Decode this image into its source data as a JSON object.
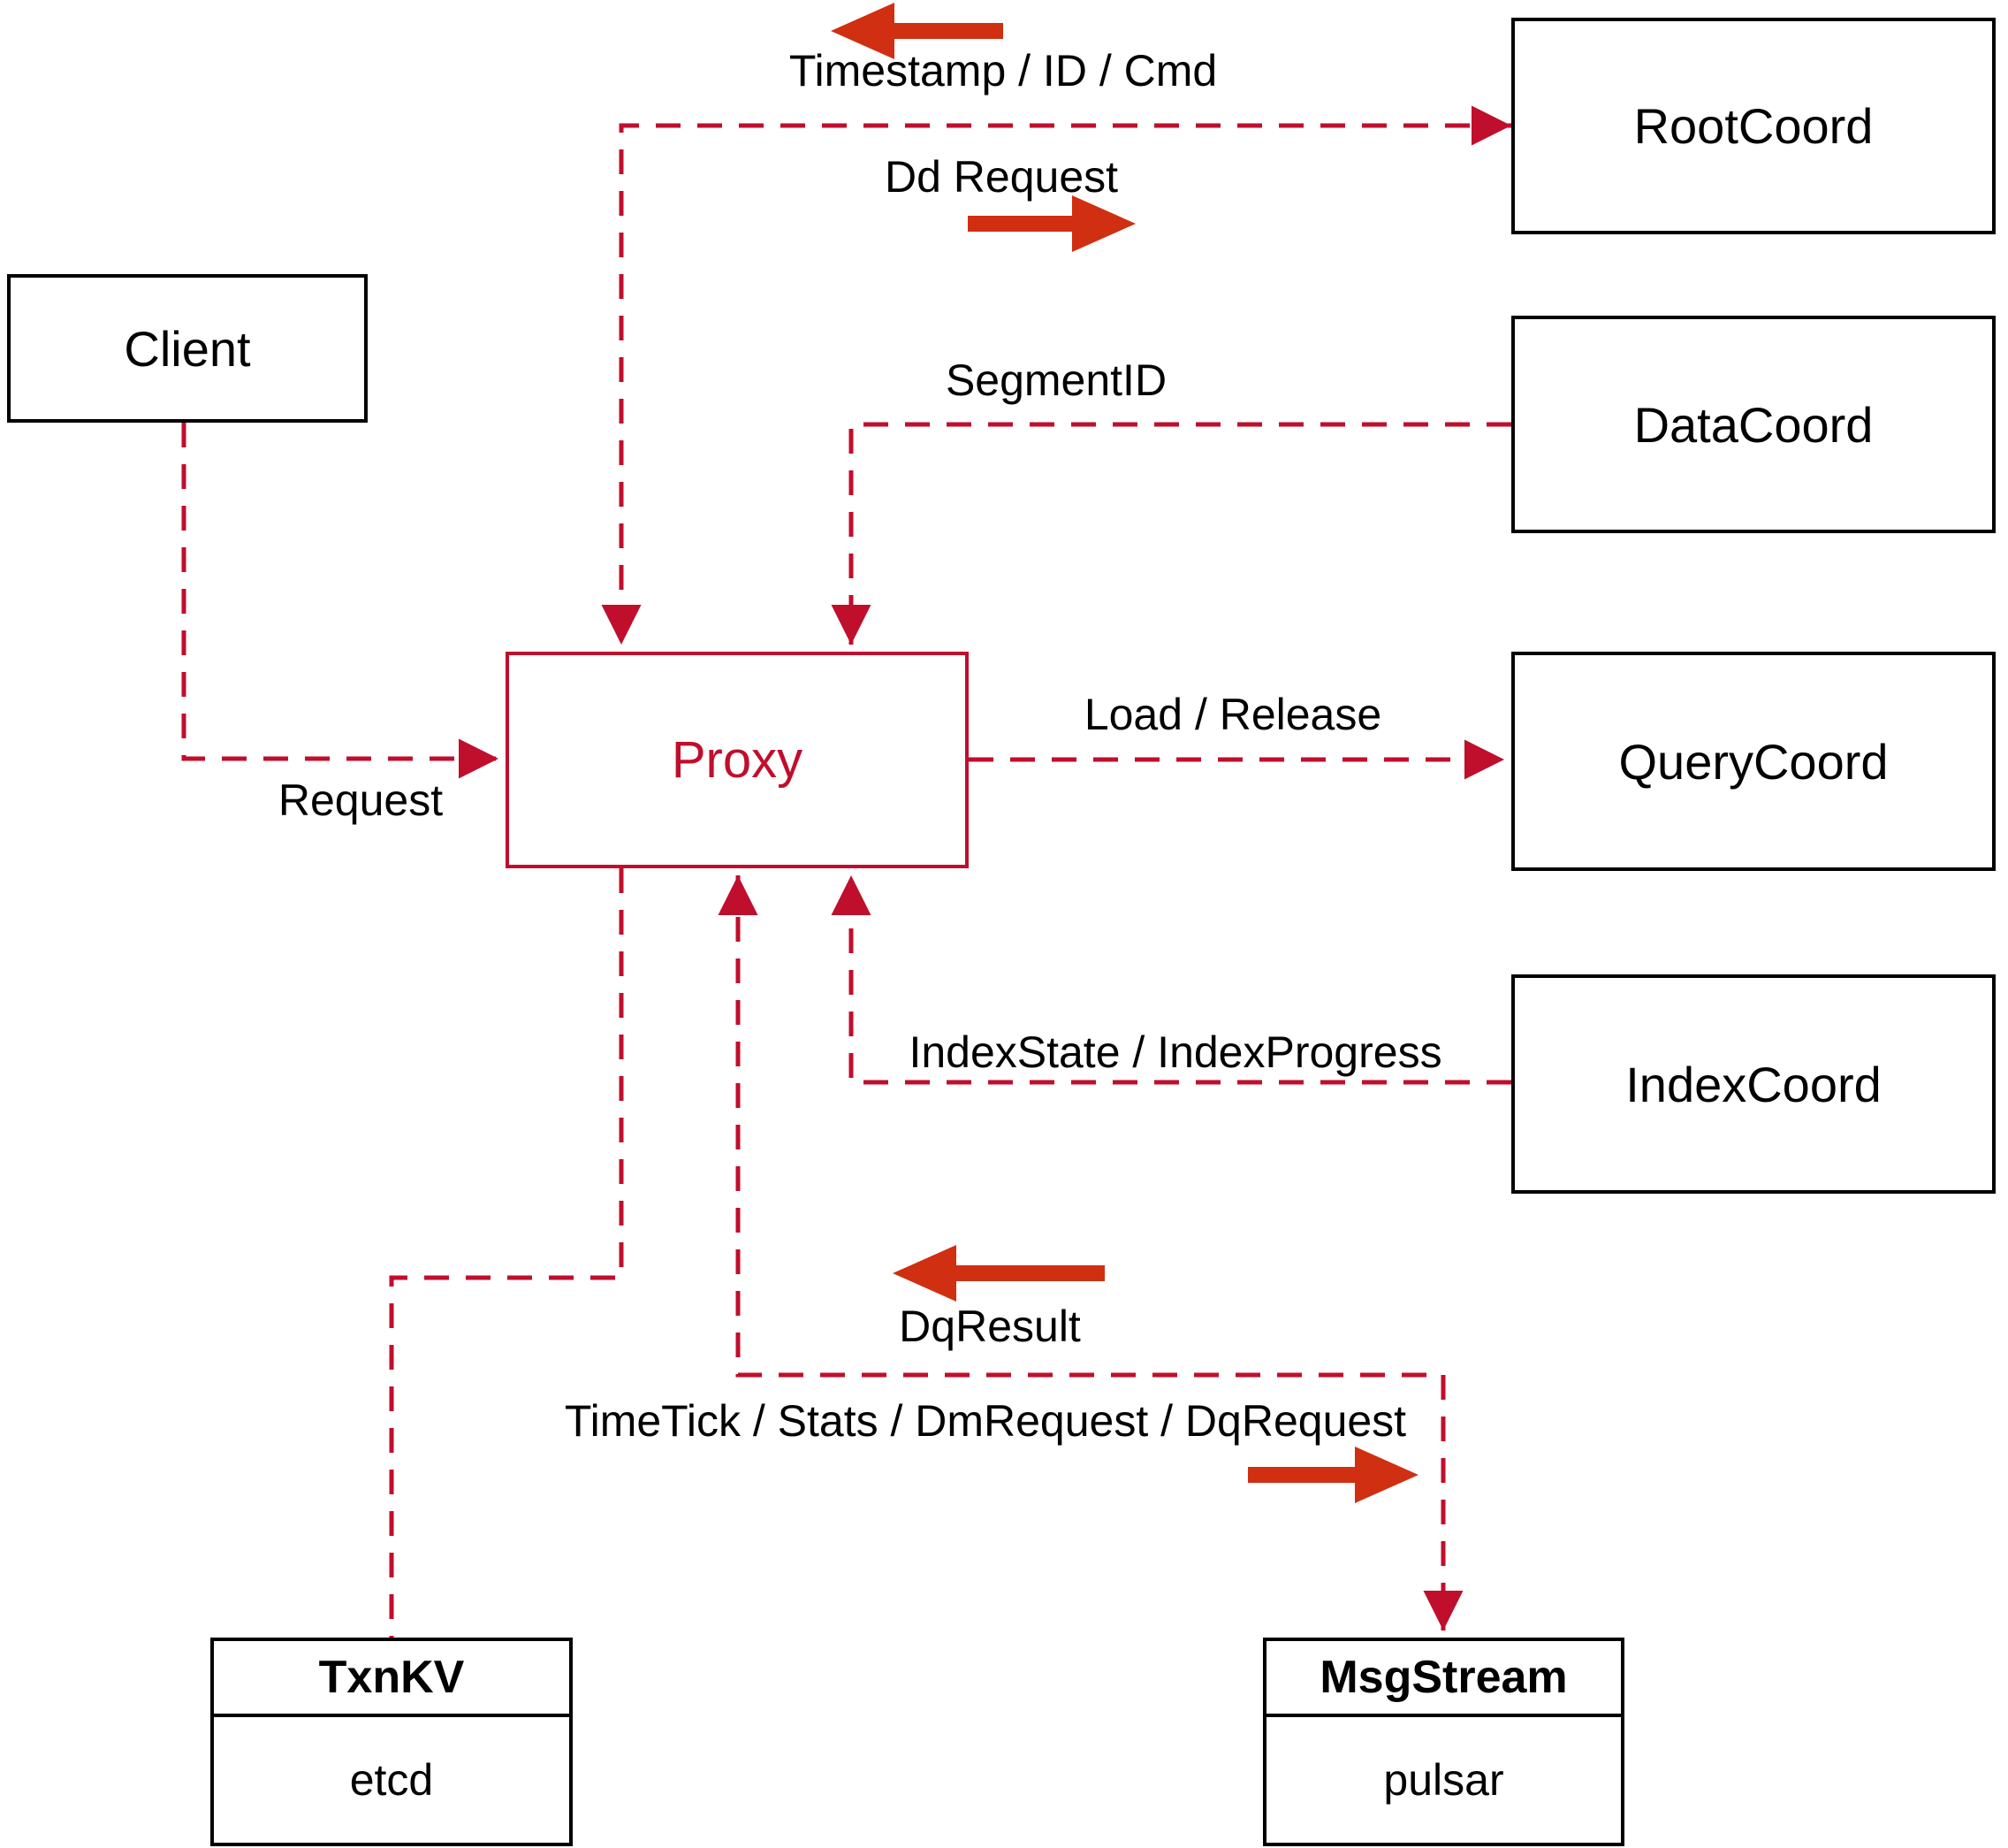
{
  "nodes": {
    "client": {
      "label": "Client"
    },
    "rootcoord": {
      "label": "RootCoord"
    },
    "datacoord": {
      "label": "DataCoord"
    },
    "querycoord": {
      "label": "QueryCoord"
    },
    "indexcoord": {
      "label": "IndexCoord"
    },
    "proxy": {
      "label": "Proxy"
    },
    "txnkv": {
      "title": "TxnKV",
      "subtitle": "etcd"
    },
    "msgstream": {
      "title": "MsgStream",
      "subtitle": "pulsar"
    }
  },
  "edges": {
    "timestamp": {
      "label": "Timestamp / ID / Cmd"
    },
    "dd_request": {
      "label": "Dd Request"
    },
    "segment_id": {
      "label": "SegmentID"
    },
    "request": {
      "label": "Request"
    },
    "load_release": {
      "label": "Load / Release"
    },
    "index_state": {
      "label": "IndexState / IndexProgress"
    },
    "dq_result": {
      "label": "DqResult"
    },
    "timetick": {
      "label": "TimeTick / Stats / DmRequest / DqRequest"
    }
  },
  "colors": {
    "line": "#c00e2d",
    "arrow": "#d02f12",
    "box_border": "#000000",
    "text": "#000000",
    "background": "#ffffff"
  }
}
